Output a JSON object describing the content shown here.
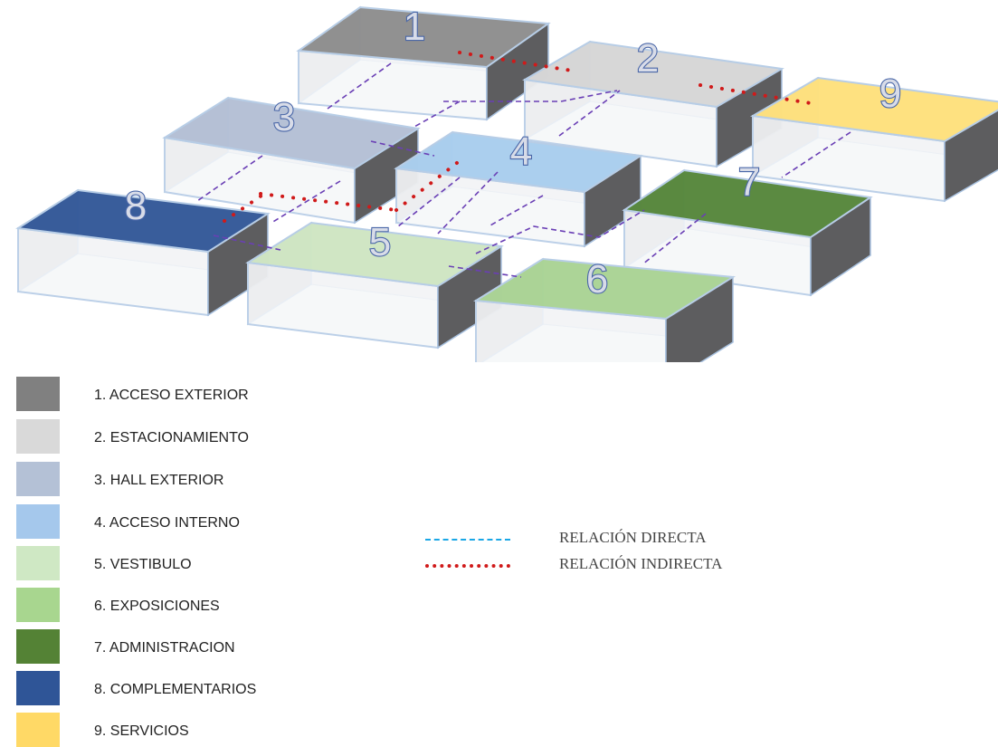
{
  "zones": [
    {
      "id": "1",
      "color": "#8c8c8c"
    },
    {
      "id": "2",
      "color": "#d6d6d6"
    },
    {
      "id": "3",
      "color": "#b3bfd5"
    },
    {
      "id": "4",
      "color": "#a8cdee"
    },
    {
      "id": "5",
      "color": "#cfe6c2"
    },
    {
      "id": "6",
      "color": "#a9d392"
    },
    {
      "id": "7",
      "color": "#538538"
    },
    {
      "id": "8",
      "color": "#2f5597"
    },
    {
      "id": "9",
      "color": "#ffe07a"
    }
  ],
  "legend": [
    {
      "label": "1. ACCESO EXTERIOR",
      "color": "#808080"
    },
    {
      "label": "2. ESTACIONAMIENTO",
      "color": "#d9d9d9"
    },
    {
      "label": "3. HALL EXTERIOR",
      "color": "#b4c1d6"
    },
    {
      "label": "4. ACCESO INTERNO",
      "color": "#a5c8ec"
    },
    {
      "label": "5. VESTIBULO",
      "color": "#cfe8c4"
    },
    {
      "label": "6. EXPOSICIONES",
      "color": "#a8d68f"
    },
    {
      "label": "7. ADMINISTRACION",
      "color": "#548235"
    },
    {
      "label": "8. COMPLEMENTARIOS",
      "color": "#2f5597"
    },
    {
      "label": "9. SERVICIOS",
      "color": "#ffd966"
    }
  ],
  "relations": {
    "direct": {
      "label": "RELACIÓN DIRECTA",
      "color": "#1aa7e6"
    },
    "indirect": {
      "label": "RELACIÓN INDIRECTA",
      "color": "#d01a1a"
    }
  },
  "direct_links": [
    [
      "1",
      "3"
    ],
    [
      "1",
      "4"
    ],
    [
      "2",
      "4"
    ],
    [
      "3",
      "4"
    ],
    [
      "3",
      "8"
    ],
    [
      "4",
      "5"
    ],
    [
      "4",
      "7"
    ],
    [
      "5",
      "6"
    ],
    [
      "5",
      "8"
    ],
    [
      "7",
      "9"
    ],
    [
      "8",
      "5"
    ]
  ],
  "indirect_links": [
    [
      "1",
      "2"
    ],
    [
      "2",
      "9"
    ],
    [
      "3",
      "4"
    ],
    [
      "3",
      "8"
    ]
  ]
}
